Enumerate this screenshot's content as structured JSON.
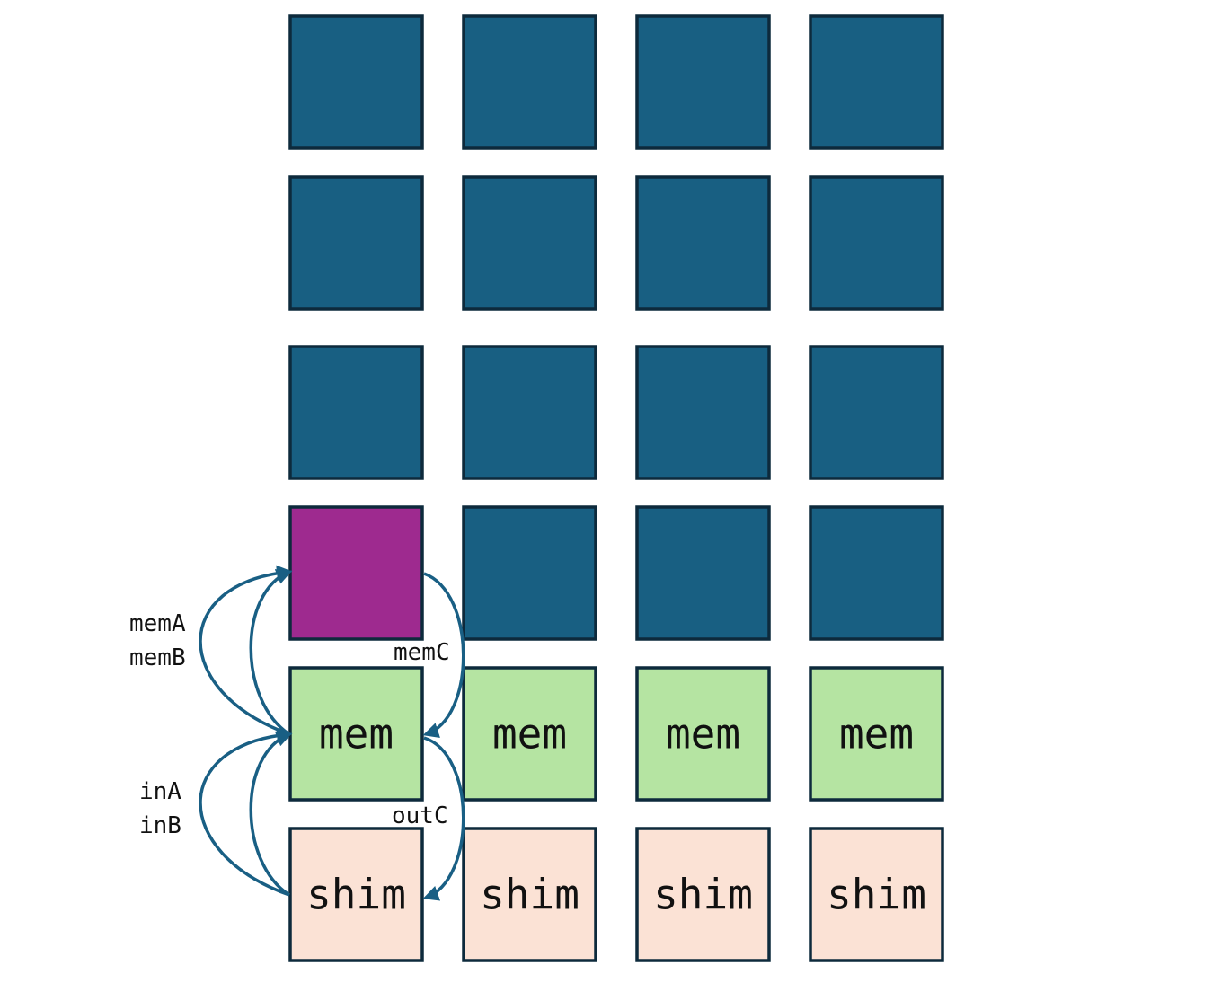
{
  "colors": {
    "compute": "#185f82",
    "active": "#9e2a8f",
    "mem": "#b5e4a2",
    "shim": "#fbe2d5",
    "border": "#0d2a3c",
    "arrow": "#195f84"
  },
  "grid": {
    "columns": 4,
    "rows": [
      {
        "kind": "compute",
        "tiles": [
          "",
          "",
          "",
          ""
        ]
      },
      {
        "kind": "compute",
        "tiles": [
          "",
          "",
          "",
          ""
        ]
      },
      {
        "kind": "compute",
        "tiles": [
          "",
          "",
          "",
          ""
        ]
      },
      {
        "kind": "compute",
        "tiles": [
          "",
          "",
          "",
          ""
        ],
        "active_tile": 0
      },
      {
        "kind": "mem",
        "tiles": [
          "mem",
          "mem",
          "mem",
          "mem"
        ]
      },
      {
        "kind": "shim",
        "tiles": [
          "shim",
          "shim",
          "shim",
          "shim"
        ]
      }
    ]
  },
  "labels": {
    "memA": "memA",
    "memB": "memB",
    "memC": "memC",
    "inA": "inA",
    "inB": "inB",
    "outC": "outC"
  }
}
